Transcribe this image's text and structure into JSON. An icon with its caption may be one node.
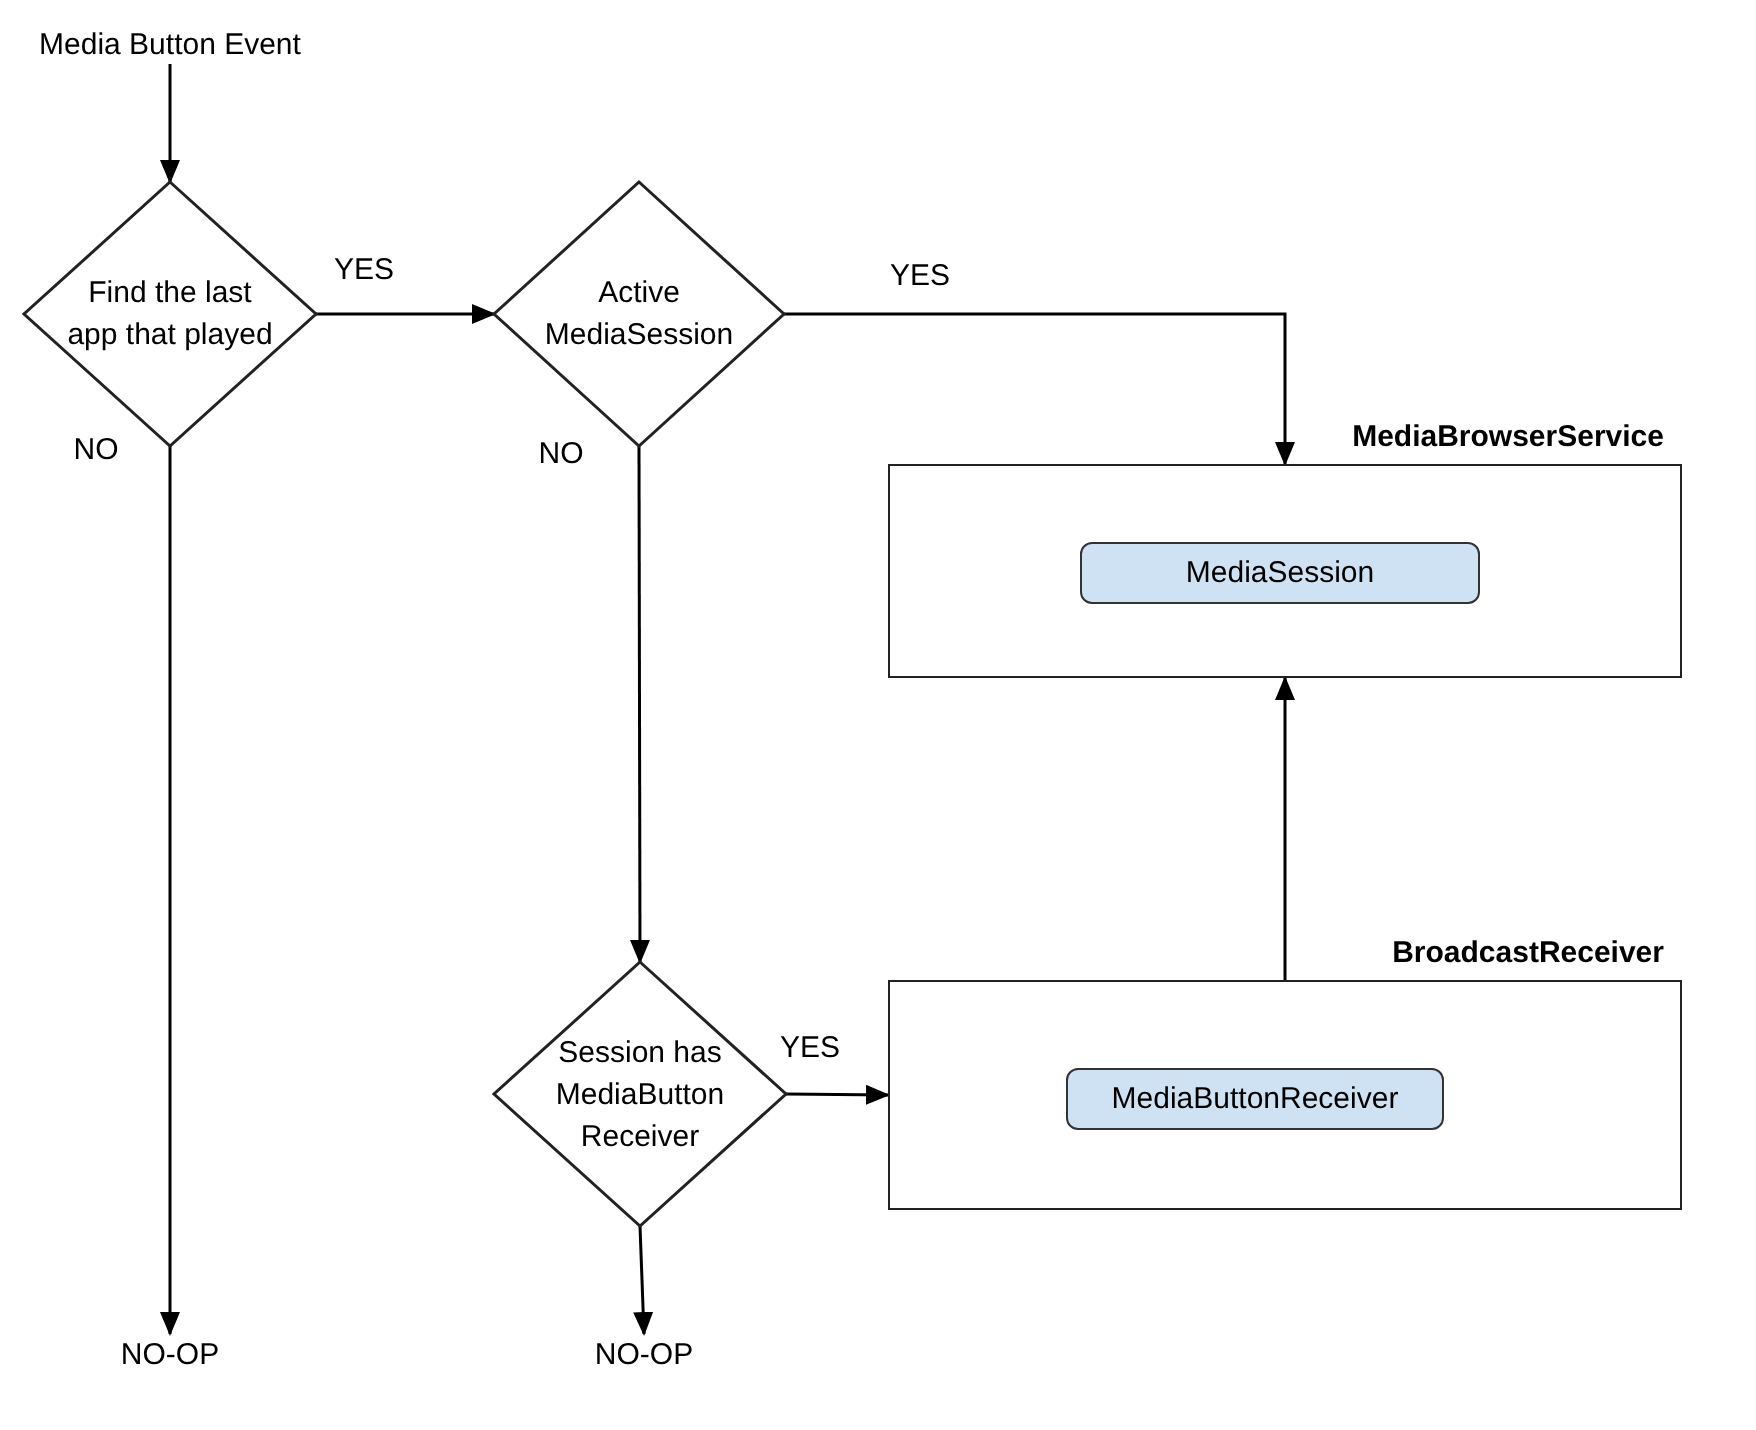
{
  "diagram": {
    "nodes": [
      {
        "text": [
          "Media Button Event"
        ]
      },
      {
        "text": [
          "Find the last app that played"
        ]
      },
      {
        "text": [
          "Active MediaSession"
        ]
      },
      {
        "text": [
          "MediaBrowserService"
        ]
      },
      {
        "text": [
          "MediaSession"
        ],
        "in": 3
      },
      {
        "text": [
          "Session has MediaButton Receiver"
        ]
      },
      {
        "text": [
          "BroadcastReceiver"
        ]
      },
      {
        "text": [
          "MediaButtonReceiver"
        ],
        "in": 6
      },
      {
        "text": [
          "NO-OP"
        ]
      },
      {
        "text": [
          "NO-OP"
        ]
      }
    ],
    "edges": [
      {
        "from": 0,
        "to": 1,
        "arrow": "to"
      },
      {
        "from": 1,
        "to": 2,
        "arrow": "to",
        "label": "YES"
      },
      {
        "from": 1,
        "to": 8,
        "arrow": "to",
        "label": "NO"
      },
      {
        "from": 2,
        "to": 3,
        "arrow": "to",
        "label": "YES"
      },
      {
        "from": 2,
        "to": 5,
        "arrow": "to",
        "label": "NO"
      },
      {
        "from": 5,
        "to": 6,
        "arrow": "to",
        "label": "YES"
      },
      {
        "from": 5,
        "to": 9,
        "arrow": "to"
      },
      {
        "from": 6,
        "to": 3,
        "arrow": "to"
      }
    ]
  }
}
